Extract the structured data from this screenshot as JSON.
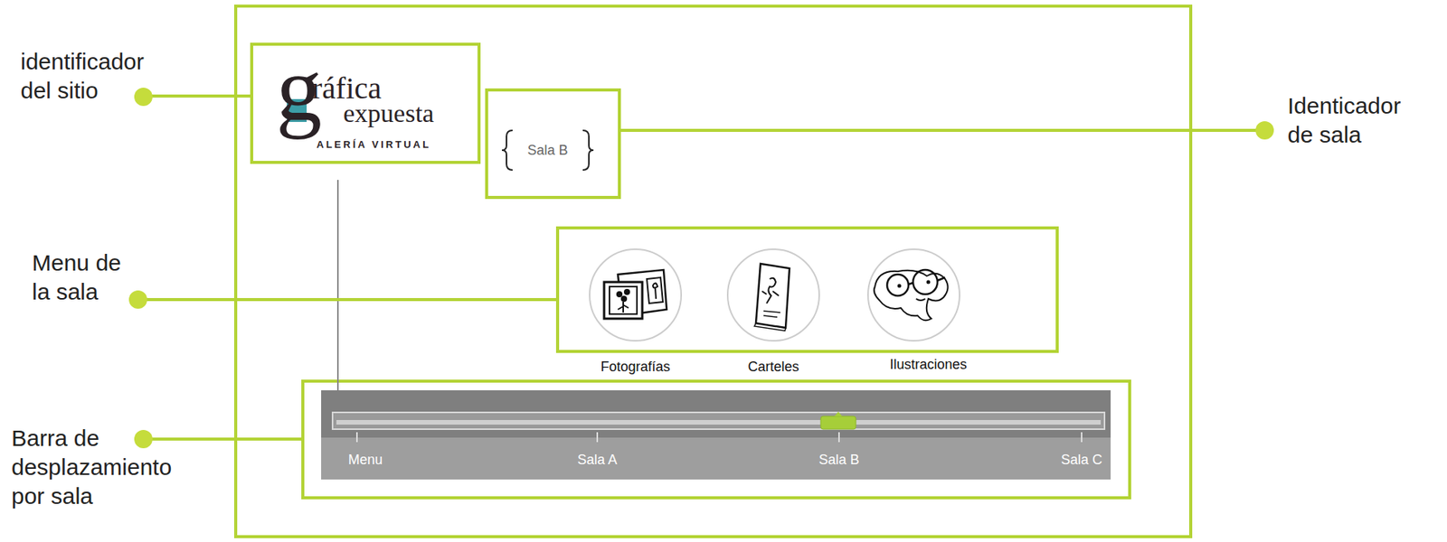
{
  "diagram": {
    "nodes": [
      {
        "text": [
          "g",
          "ráfica",
          "expuesta",
          "ALERÍA VIRTUAL"
        ]
      },
      {
        "text": [
          "Sala B"
        ]
      },
      {
        "text": [
          "Fotografías"
        ]
      },
      {
        "text": [
          "Carteles"
        ]
      },
      {
        "text": [
          "Ilustraciones"
        ]
      }
    ],
    "labels": [
      "identificador del sitio",
      "Identicador de sala",
      "Menu de la sala",
      "Barra de desplazamiento por sala",
      "Menu",
      "Sala A",
      "Sala B",
      "Sala C"
    ]
  }
}
